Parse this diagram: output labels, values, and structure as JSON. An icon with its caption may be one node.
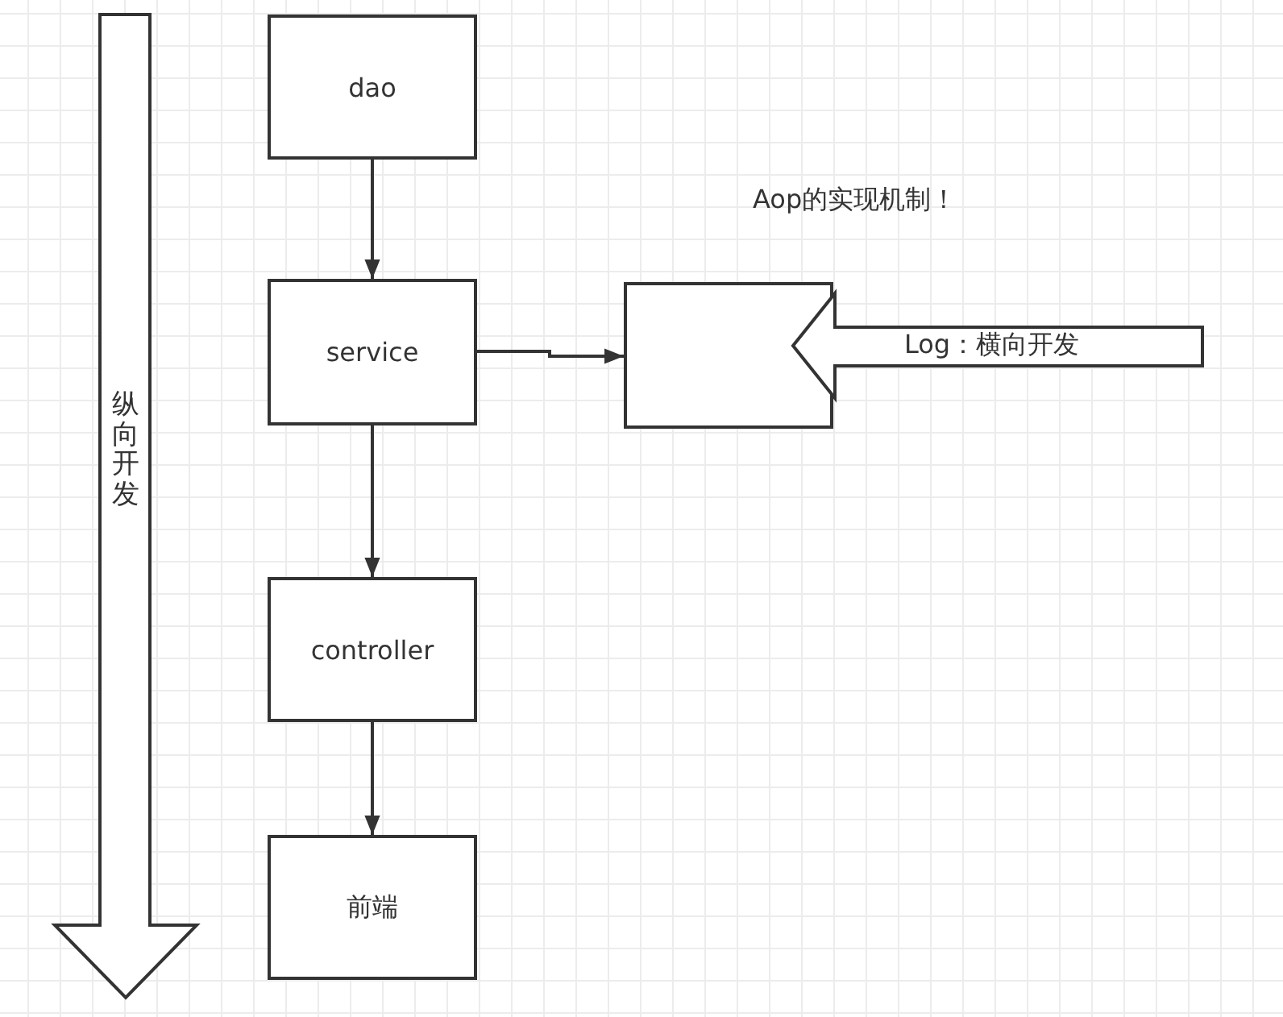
{
  "diagram": {
    "nodes": [
      {
        "text": [
          "纵向开发"
        ]
      },
      {
        "text": [
          "dao"
        ]
      },
      {
        "text": [
          "service"
        ]
      },
      {
        "text": [
          "controller"
        ]
      },
      {
        "text": [
          "前端"
        ]
      },
      {
        "text": [],
        "shape": "box"
      },
      {
        "text": [
          "Log：横向开发"
        ]
      }
    ],
    "edges": [
      {
        "from": 1,
        "to": 2,
        "arrow": "to"
      },
      {
        "from": 2,
        "to": 3,
        "arrow": "to"
      },
      {
        "from": 3,
        "to": 4,
        "arrow": "to"
      },
      {
        "from": 2,
        "to": 5,
        "arrow": "to"
      }
    ],
    "labels": [
      "Aop的实现机制！"
    ]
  }
}
